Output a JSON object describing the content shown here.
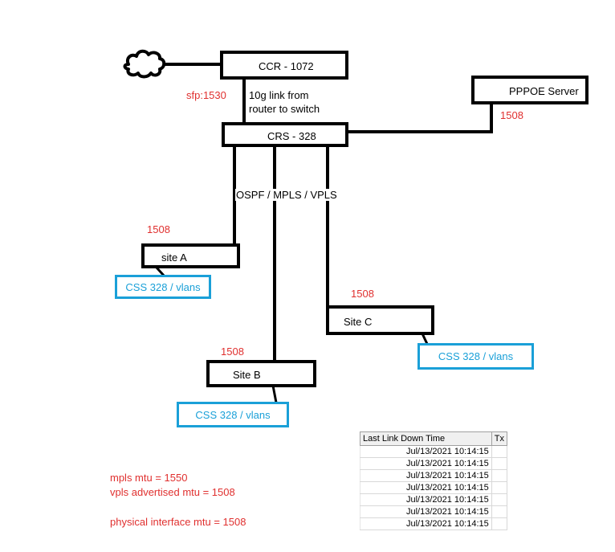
{
  "nodes": {
    "ccr": "CCR - 1072",
    "crs": "CRS - 328",
    "pppoe": "PPPOE Server",
    "site_a": "site A",
    "site_b": "Site B",
    "site_c": "Site C"
  },
  "switch_boxes": {
    "site_a": "CSS 328 / vlans",
    "site_b": "CSS 328 / vlans",
    "site_c": "CSS 328 / vlans"
  },
  "labels": {
    "sfp": "sfp:1530",
    "link_line1": "10g link from",
    "link_line2": "router to switch",
    "pppoe_mtu": "1508",
    "protocols": "OSPF / MPLS / VPLS",
    "site_a_mtu": "1508",
    "site_b_mtu": "1508",
    "site_c_mtu": "1508"
  },
  "notes": {
    "mpls_mtu": "mpls mtu = 1550",
    "vpls_mtu": "vpls advertised mtu = 1508",
    "physical_mtu": "physical interface mtu = 1508"
  },
  "table": {
    "headers": [
      "Last Link Down Time",
      "Tx"
    ],
    "rows": [
      "Jul/13/2021 10:14:15",
      "Jul/13/2021 10:14:15",
      "Jul/13/2021 10:14:15",
      "Jul/13/2021 10:14:15",
      "Jul/13/2021 10:14:15",
      "Jul/13/2021 10:14:15",
      "Jul/13/2021 10:14:15"
    ]
  },
  "colors": {
    "line": "#000000",
    "mtu_label": "#e0302f",
    "switch_box": "#1aa0d8"
  },
  "icons": {
    "internet": "cloud-icon"
  }
}
